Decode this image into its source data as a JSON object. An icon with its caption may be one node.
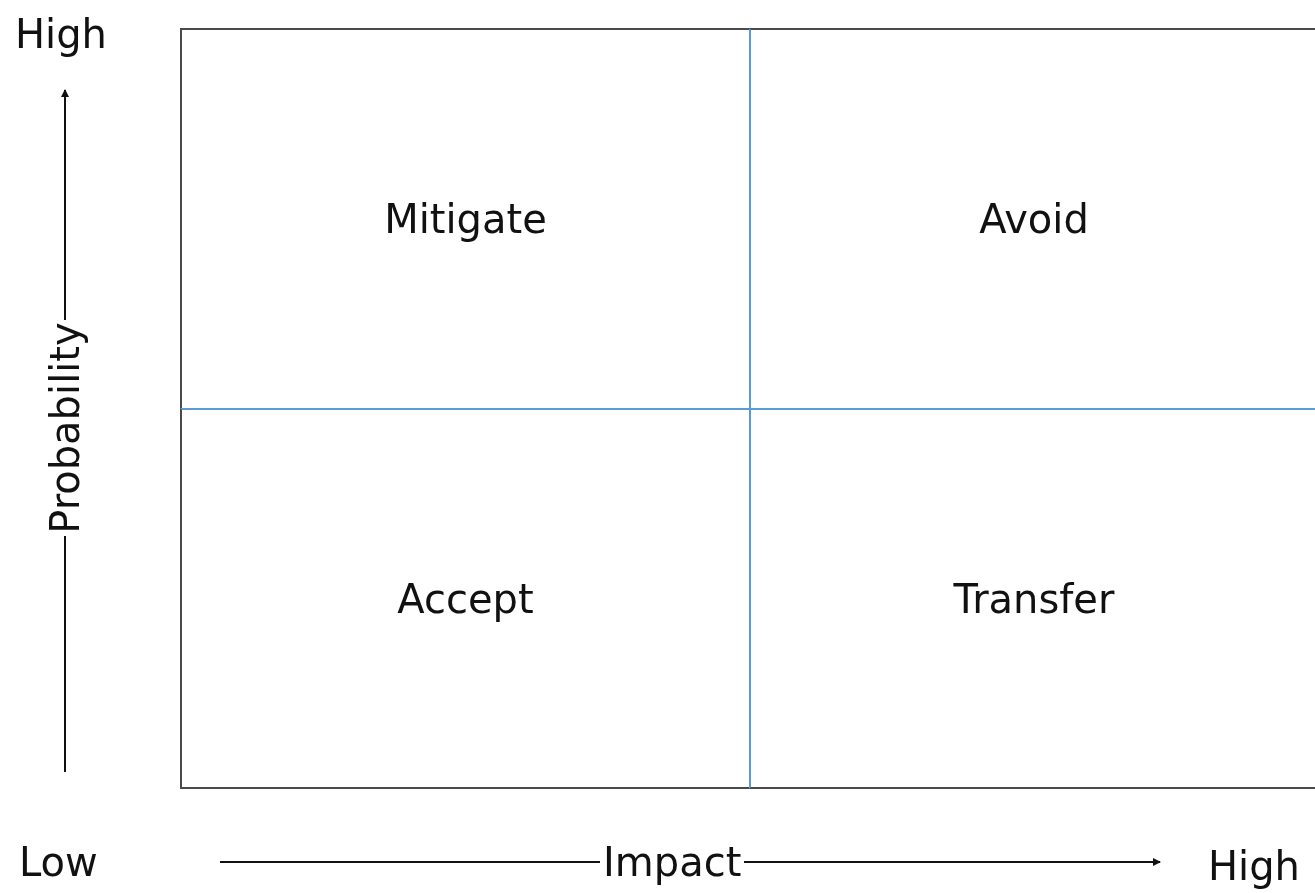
{
  "diagram": {
    "nodes": [
      {
        "text": [
          "Mitigate"
        ]
      },
      {
        "text": [
          "Avoid"
        ]
      },
      {
        "text": [
          "Accept"
        ]
      },
      {
        "text": [
          "Transfer"
        ]
      }
    ],
    "edges": [],
    "labels": [
      "High",
      "Probability",
      "Low",
      "Impact",
      "High"
    ]
  }
}
